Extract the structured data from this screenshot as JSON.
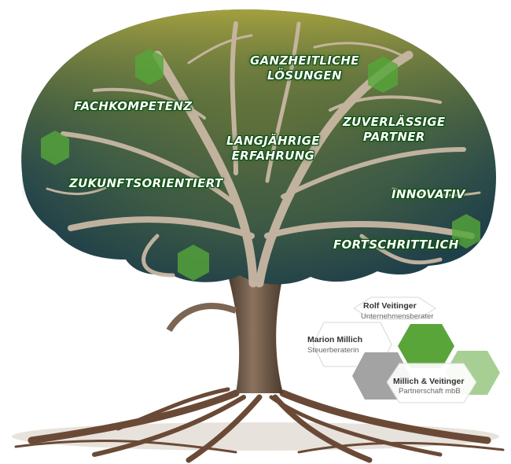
{
  "keywords": {
    "ganzheitliche": [
      "GANZHEITLICHE",
      "LÖSUNGEN"
    ],
    "fachkompetenz": "FACHKOMPETENZ",
    "zuverlaessige": [
      "ZUVERLÄSSIGE",
      "PARTNER"
    ],
    "langjaehrige": [
      "LANGJÄHRIGE",
      "ERFAHRUNG"
    ],
    "zukunft": "ZUKUNFTSORIENTIERT",
    "innovativ": "INNOVATIV",
    "fortschritt": "FORTSCHRITTLICH"
  },
  "people": {
    "rolf": {
      "name": "Rolf Veitinger",
      "role": "Unternehmensberater"
    },
    "marion": {
      "name": "Marion Millich",
      "role": "Steuerberaterin"
    },
    "firm": {
      "name": "Millich & Veitinger",
      "role": "Partnerschaft mbB"
    }
  },
  "colors": {
    "brand_green": "#5aa53a",
    "light_green": "#a7cf93",
    "gray_hex": "#a3a3a3",
    "outline": "#d7d7d7",
    "text_glow": "#0d4a12"
  }
}
